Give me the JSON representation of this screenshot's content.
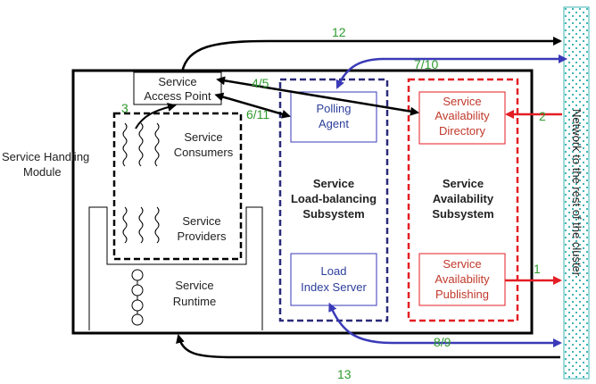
{
  "colors": {
    "black": "#000000",
    "blue_path": "#3a3ab8",
    "navy_dash": "#2b2b7a",
    "red": "#e31e24",
    "red_text": "#c0392b",
    "green_number": "#2e9a2e",
    "network_teal": "#3fb6b6"
  },
  "labels": {
    "service_handling_line1": "Service Handling",
    "service_handling_line2": "Module",
    "sap_line1": "Service",
    "sap_line2": "Access Point",
    "consumers_line1": "Service",
    "consumers_line2": "Consumers",
    "providers_line1": "Service",
    "providers_line2": "Providers",
    "runtime_line1": "Service",
    "runtime_line2": "Runtime",
    "polling_line1": "Polling",
    "polling_line2": "Agent",
    "lb_line1": "Service",
    "lb_line2": "Load-balancing",
    "lb_line3": "Subsystem",
    "lis_line1": "Load",
    "lis_line2": "Index Server",
    "sad_line1": "Service",
    "sad_line2": "Availability",
    "sad_line3": "Directory",
    "sas_line1": "Service",
    "sas_line2": "Availability",
    "sas_line3": "Subsystem",
    "sap2_line1": "Service",
    "sap2_line2": "Availability",
    "sap2_line3": "Publishing",
    "network": "Network to the rest of the cluster"
  },
  "numbers": {
    "n12": "12",
    "n7_10": "7/10",
    "n4_5": "4/5",
    "n6_11": "6/11",
    "n3": "3",
    "n2": "2",
    "n1": "1",
    "n8_9": "8/9",
    "n13": "13"
  }
}
